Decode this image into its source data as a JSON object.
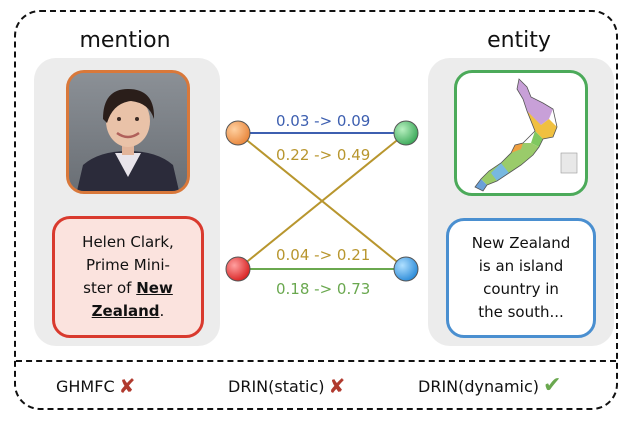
{
  "headings": {
    "mention": "mention",
    "entity": "entity"
  },
  "mention_text": {
    "line1": "Helen Clark,",
    "line2": "Prime Mini-",
    "line3_prefix": "ster of ",
    "line3_bold": "New",
    "line4_bold": "Zealand",
    "line4_suffix": "."
  },
  "entity_text": {
    "line1": "New Zealand",
    "line2": "is an island",
    "line3": "country in",
    "line4": "the south..."
  },
  "edges": [
    {
      "label": "0.03 -> 0.09",
      "color": "#3d5fb0"
    },
    {
      "label": "0.22 -> 0.49",
      "color": "#b8962e"
    },
    {
      "label": "0.04 -> 0.21",
      "color": "#b8962e"
    },
    {
      "label": "0.18 -> 0.73",
      "color": "#6aa84f"
    }
  ],
  "methods": [
    {
      "name": "GHMFC",
      "result": "x"
    },
    {
      "name": "DRIN(static)",
      "result": "x"
    },
    {
      "name": "DRIN(dynamic)",
      "result": "check"
    }
  ],
  "colors": {
    "image_card_border": "#d9783a",
    "mention_card_border": "#d93a2e",
    "mention_card_fill": "#fbe3de",
    "map_card_border": "#4caa5a",
    "entity_card_border": "#4a8fd0",
    "node_orange": "#e8853a",
    "node_green": "#4cb86a",
    "node_red": "#e03030",
    "node_blue": "#3a9be0"
  }
}
